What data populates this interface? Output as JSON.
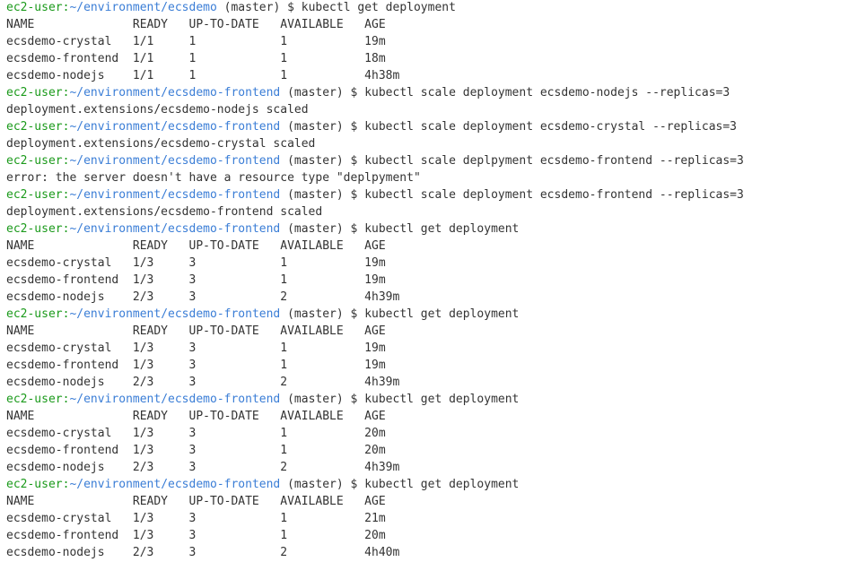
{
  "prompt": {
    "user": "ec2-user",
    "separator": ":",
    "paths": [
      "~/environment/ecsdemo",
      "~/environment/ecsdemo-frontend"
    ],
    "branch": " (master) $ "
  },
  "lines": [
    {
      "type": "prompt",
      "path_index": 0,
      "cmd": "kubectl get deployment"
    },
    {
      "type": "output",
      "text": "NAME              READY   UP-TO-DATE   AVAILABLE   AGE"
    },
    {
      "type": "output",
      "text": "ecsdemo-crystal   1/1     1            1           19m"
    },
    {
      "type": "output",
      "text": "ecsdemo-frontend  1/1     1            1           18m"
    },
    {
      "type": "output",
      "text": "ecsdemo-nodejs    1/1     1            1           4h38m"
    },
    {
      "type": "prompt",
      "path_index": 1,
      "cmd": "kubectl scale deployment ecsdemo-nodejs --replicas=3"
    },
    {
      "type": "output",
      "text": "deployment.extensions/ecsdemo-nodejs scaled"
    },
    {
      "type": "prompt",
      "path_index": 1,
      "cmd": "kubectl scale deployment ecsdemo-crystal --replicas=3"
    },
    {
      "type": "output",
      "text": "deployment.extensions/ecsdemo-crystal scaled"
    },
    {
      "type": "prompt",
      "path_index": 1,
      "cmd": "kubectl scale deplpyment ecsdemo-frontend --replicas=3"
    },
    {
      "type": "output",
      "text": "error: the server doesn't have a resource type \"deplpyment\""
    },
    {
      "type": "prompt",
      "path_index": 1,
      "cmd": "kubectl scale deployment ecsdemo-frontend --replicas=3"
    },
    {
      "type": "output",
      "text": "deployment.extensions/ecsdemo-frontend scaled"
    },
    {
      "type": "prompt",
      "path_index": 1,
      "cmd": "kubectl get deployment"
    },
    {
      "type": "output",
      "text": "NAME              READY   UP-TO-DATE   AVAILABLE   AGE"
    },
    {
      "type": "output",
      "text": "ecsdemo-crystal   1/3     3            1           19m"
    },
    {
      "type": "output",
      "text": "ecsdemo-frontend  1/3     3            1           19m"
    },
    {
      "type": "output",
      "text": "ecsdemo-nodejs    2/3     3            2           4h39m"
    },
    {
      "type": "prompt",
      "path_index": 1,
      "cmd": "kubectl get deployment"
    },
    {
      "type": "output",
      "text": "NAME              READY   UP-TO-DATE   AVAILABLE   AGE"
    },
    {
      "type": "output",
      "text": "ecsdemo-crystal   1/3     3            1           19m"
    },
    {
      "type": "output",
      "text": "ecsdemo-frontend  1/3     3            1           19m"
    },
    {
      "type": "output",
      "text": "ecsdemo-nodejs    2/3     3            2           4h39m"
    },
    {
      "type": "prompt",
      "path_index": 1,
      "cmd": "kubectl get deployment"
    },
    {
      "type": "output",
      "text": "NAME              READY   UP-TO-DATE   AVAILABLE   AGE"
    },
    {
      "type": "output",
      "text": "ecsdemo-crystal   1/3     3            1           20m"
    },
    {
      "type": "output",
      "text": "ecsdemo-frontend  1/3     3            1           20m"
    },
    {
      "type": "output",
      "text": "ecsdemo-nodejs    2/3     3            2           4h39m"
    },
    {
      "type": "prompt",
      "path_index": 1,
      "cmd": "kubectl get deployment"
    },
    {
      "type": "output",
      "text": "NAME              READY   UP-TO-DATE   AVAILABLE   AGE"
    },
    {
      "type": "output",
      "text": "ecsdemo-crystal   1/3     3            1           21m"
    },
    {
      "type": "output",
      "text": "ecsdemo-frontend  1/3     3            1           20m"
    },
    {
      "type": "output",
      "text": "ecsdemo-nodejs    2/3     3            2           4h40m"
    }
  ],
  "colors": {
    "background": "#ffffff",
    "text": "#333333",
    "user": "#1b9a1b",
    "path": "#3a7dd6"
  }
}
